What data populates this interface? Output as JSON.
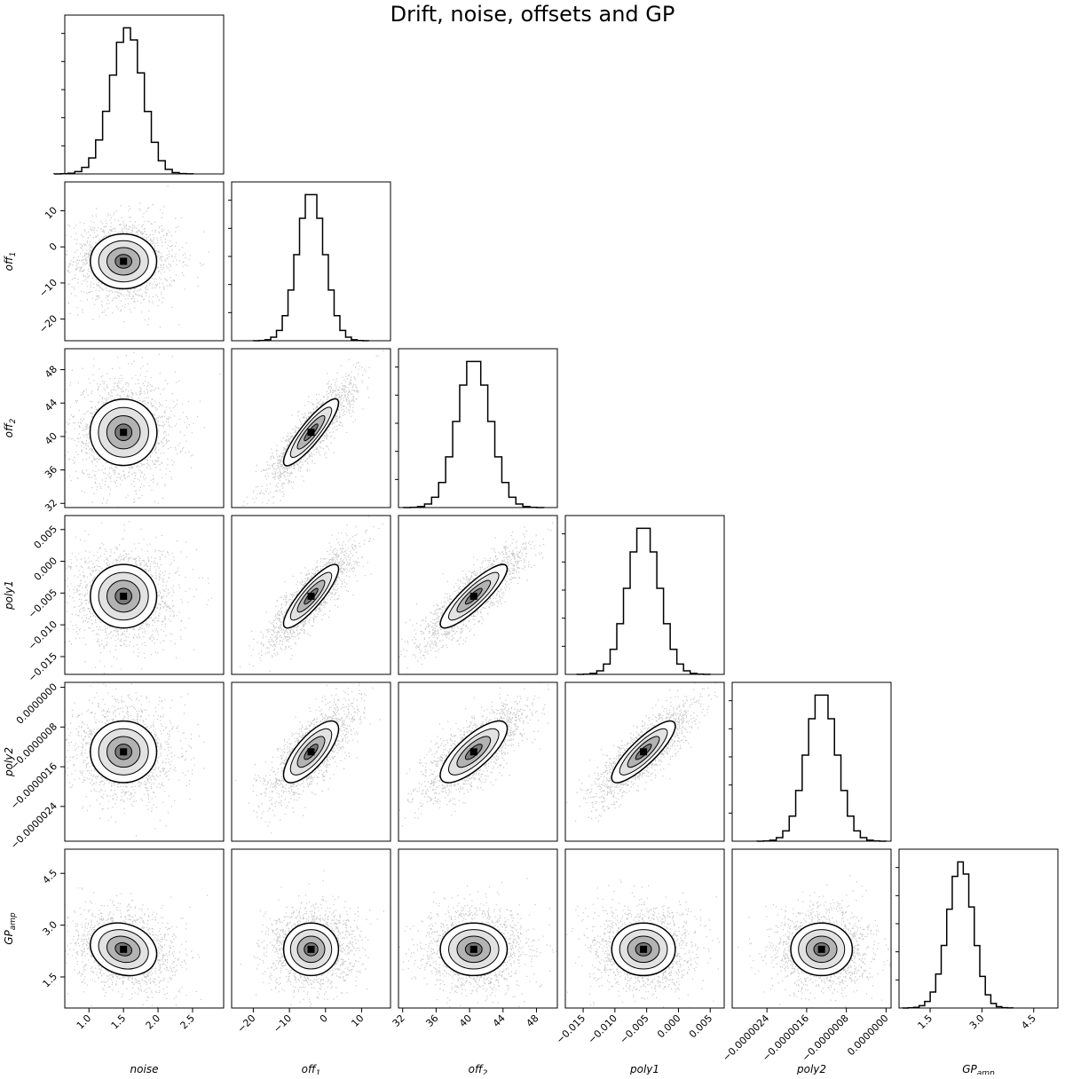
{
  "chart_data": {
    "type": "corner",
    "title": "Drift, noise, offsets and GP",
    "parameters": [
      {
        "key": "noise",
        "label": "noise",
        "sub": "",
        "range": [
          0.65,
          2.95
        ],
        "ticks": [
          1.0,
          1.5,
          2.0,
          2.5
        ],
        "tick_labels": [
          "1.0",
          "1.5",
          "2.0",
          "2.5"
        ],
        "median": 1.5,
        "sigma": 0.24
      },
      {
        "key": "off1",
        "label": "off",
        "sub": "1",
        "range": [
          -26,
          18
        ],
        "ticks": [
          -20,
          -10,
          0,
          10
        ],
        "tick_labels": [
          "−20",
          "−10",
          "0",
          "10"
        ],
        "median": -4,
        "sigma": 3.8
      },
      {
        "key": "off2",
        "label": "off",
        "sub": "2",
        "range": [
          31.5,
          50.5
        ],
        "ticks": [
          32,
          36,
          40,
          44,
          48
        ],
        "tick_labels": [
          "32",
          "36",
          "40",
          "44",
          "48"
        ],
        "median": 40.5,
        "sigma": 2.0
      },
      {
        "key": "poly1",
        "label": "poly1",
        "sub": "",
        "range": [
          -0.0178,
          0.0072
        ],
        "ticks": [
          -0.015,
          -0.01,
          -0.005,
          0.0,
          0.005
        ],
        "tick_labels": [
          "−0.015",
          "−0.010",
          "−0.005",
          "0.000",
          "0.005"
        ],
        "median": -0.0055,
        "sigma": 0.0025
      },
      {
        "key": "poly2",
        "label": "poly2",
        "sub": "",
        "range": [
          -3.1e-06,
          1e-07
        ],
        "ticks": [
          -2.4e-06,
          -1.6e-06,
          -8e-07,
          0.0
        ],
        "tick_labels": [
          "−0.0000024",
          "−0.0000016",
          "−0.0000008",
          "0.0000000"
        ],
        "median": -1.3e-06,
        "sigma": 3.1e-07
      },
      {
        "key": "gpamp",
        "label": "GP",
        "sub": "amp",
        "range": [
          0.6,
          5.2
        ],
        "ticks": [
          1.5,
          3.0,
          4.5
        ],
        "tick_labels": [
          "1.5",
          "3.0",
          "4.5"
        ],
        "median": 2.3,
        "sigma": 0.38
      }
    ],
    "correlations": {
      "off1-off2": 0.88,
      "off1-poly1": 0.86,
      "off2-poly1": 0.87,
      "off1-poly2": 0.74,
      "off2-poly2": 0.76,
      "poly1-poly2": 0.84,
      "noise-gpamp": -0.18
    },
    "contour_levels_sigma": [
      0.5,
      1.0,
      1.5,
      2.0
    ],
    "grid": false,
    "legend": "none"
  }
}
